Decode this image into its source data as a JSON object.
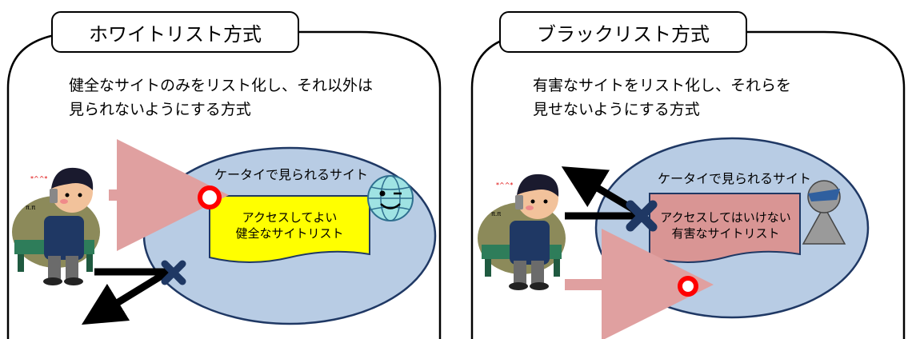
{
  "left_panel": {
    "title": "ホワイトリスト方式",
    "description_lines": [
      "健全なサイトのみをリスト化し、それ以外は",
      "見られないようにする方式"
    ],
    "oval_label": "ケータイで見られるサイト",
    "list_lines": [
      "アクセスしてよい",
      "健全なサイトリスト"
    ],
    "list_color": "#ffff00"
  },
  "right_panel": {
    "title": "ブラックリスト方式",
    "description_lines": [
      "有害なサイトをリスト化し、それらを",
      "見せないようにする方式"
    ],
    "oval_label": "ケータイで見られるサイト",
    "list_lines": [
      "アクセスしてはいけない",
      "有害なサイトリスト"
    ],
    "list_color": "#d99594"
  },
  "colors": {
    "oval_fill": "#b8cce4",
    "oval_stroke": "#1f3864",
    "allowed_arrow": "#e0a0a0",
    "blocked_mark": "#1f3864",
    "ok_mark": "#ff0000"
  }
}
